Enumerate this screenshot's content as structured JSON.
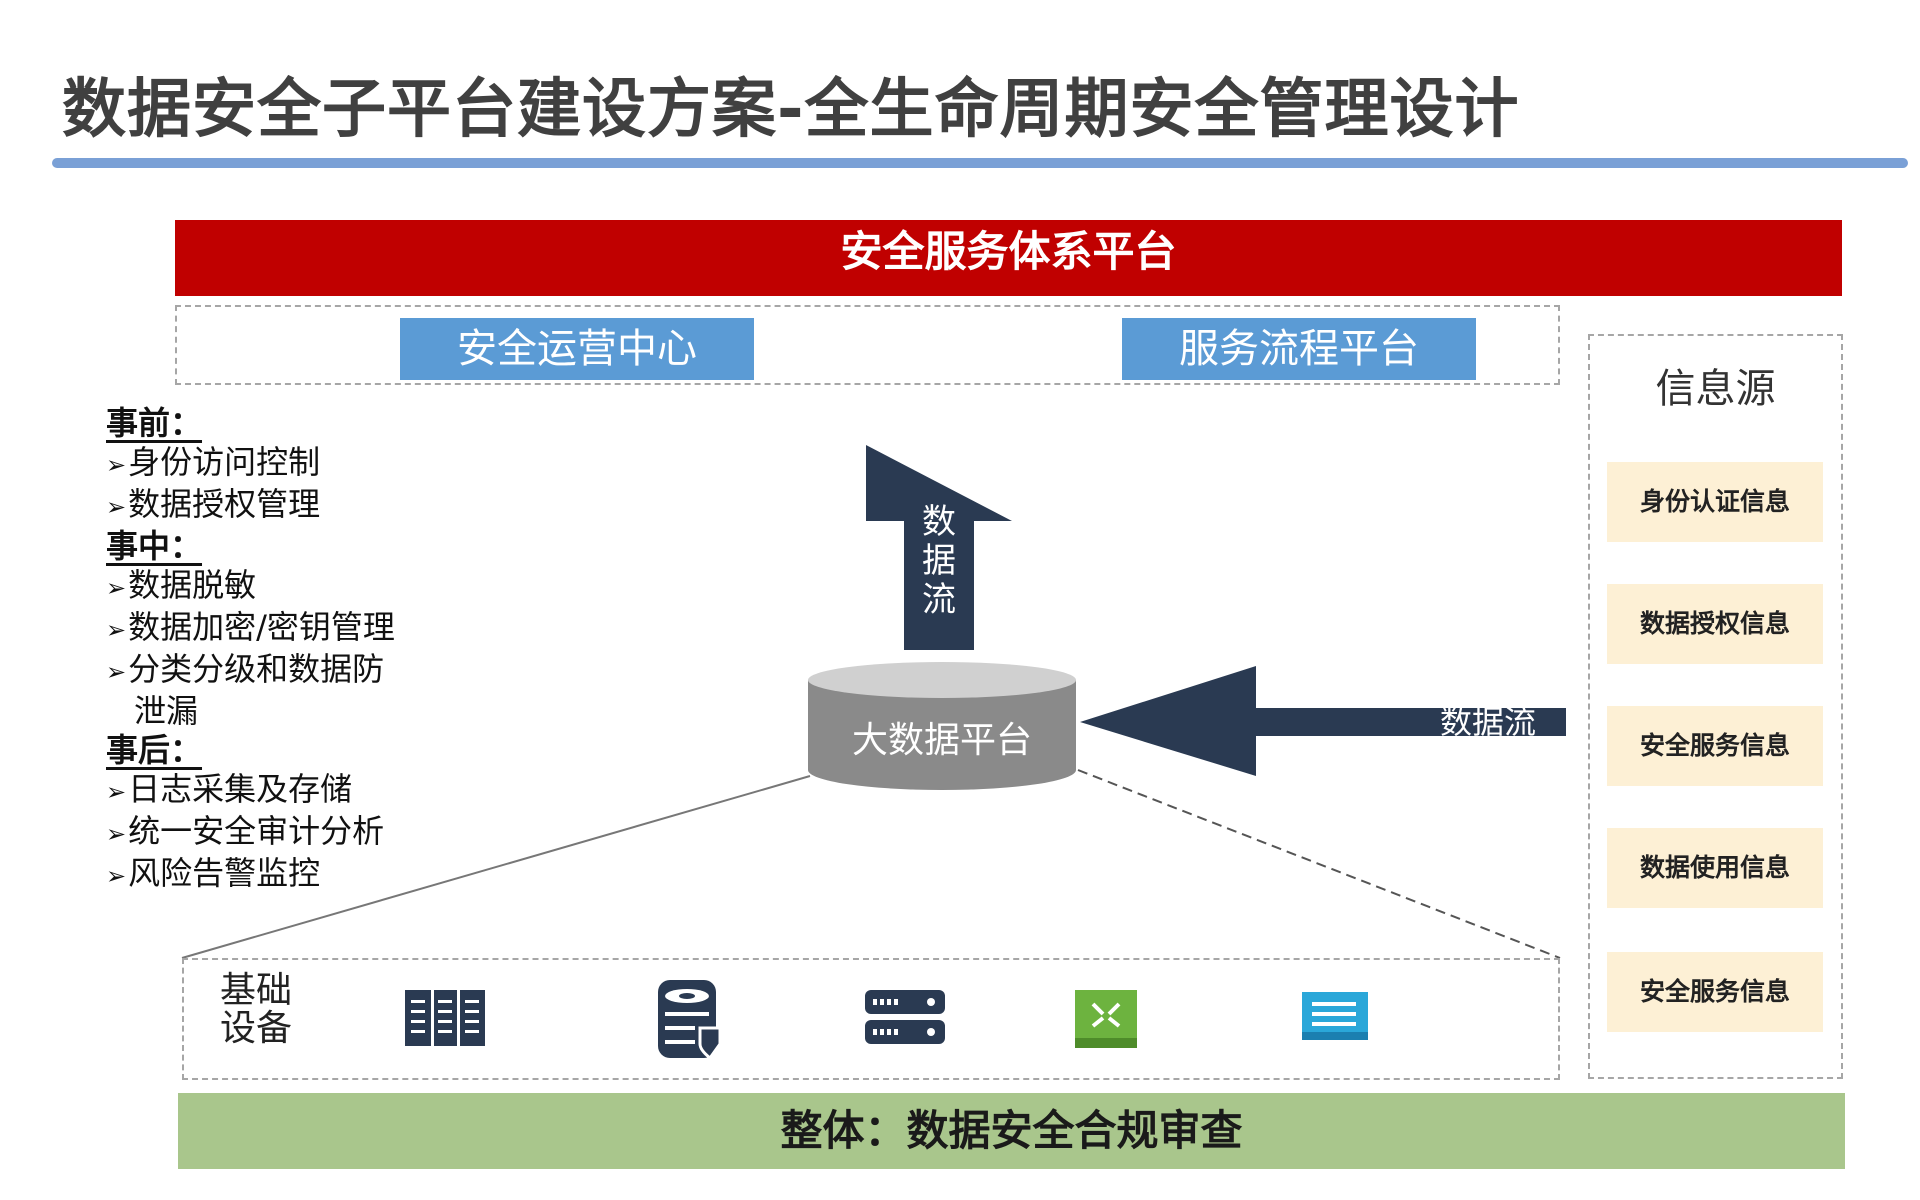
{
  "title": "数据安全子平台建设方案-全生命周期安全管理设计",
  "top_banner": "安全服务体系平台",
  "top_buttons": [
    "安全运营中心",
    "服务流程平台"
  ],
  "info_source": {
    "title": "信息源",
    "items": [
      "身份认证信息",
      "数据授权信息",
      "安全服务信息",
      "数据使用信息",
      "安全服务信息"
    ]
  },
  "phases": [
    {
      "heading": "事前：",
      "items": [
        "身份访问控制",
        "数据授权管理"
      ]
    },
    {
      "heading": "事中：",
      "items": [
        "数据脱敏",
        "数据加密/密钥管理",
        "分类分级和数据防",
        "泄漏"
      ]
    },
    {
      "heading": "事后：",
      "items": [
        "日志采集及存储",
        "统一安全审计分析",
        "风险告警监控"
      ]
    }
  ],
  "center": {
    "platform": "大数据平台",
    "up_arrow_chars": [
      "数",
      "据",
      "流"
    ],
    "left_arrow_label": "数据流"
  },
  "devices": {
    "label_lines": [
      "基础",
      "设备"
    ],
    "icons": [
      "server-rack-icon",
      "database-security-icon",
      "network-switch-icon",
      "router-icon",
      "firewall-switch-icon"
    ]
  },
  "bottom_bar": "整体：数据安全合规审查",
  "colors": {
    "banner_red": "#c00000",
    "button_blue": "#5b9bd5",
    "arrow_navy": "#2a3a52",
    "cylinder_gray": "#8a8a8a",
    "info_item_bg": "#fdf0d5",
    "bottom_green": "#a9c68c",
    "title_rule": "#7aa0d6"
  }
}
